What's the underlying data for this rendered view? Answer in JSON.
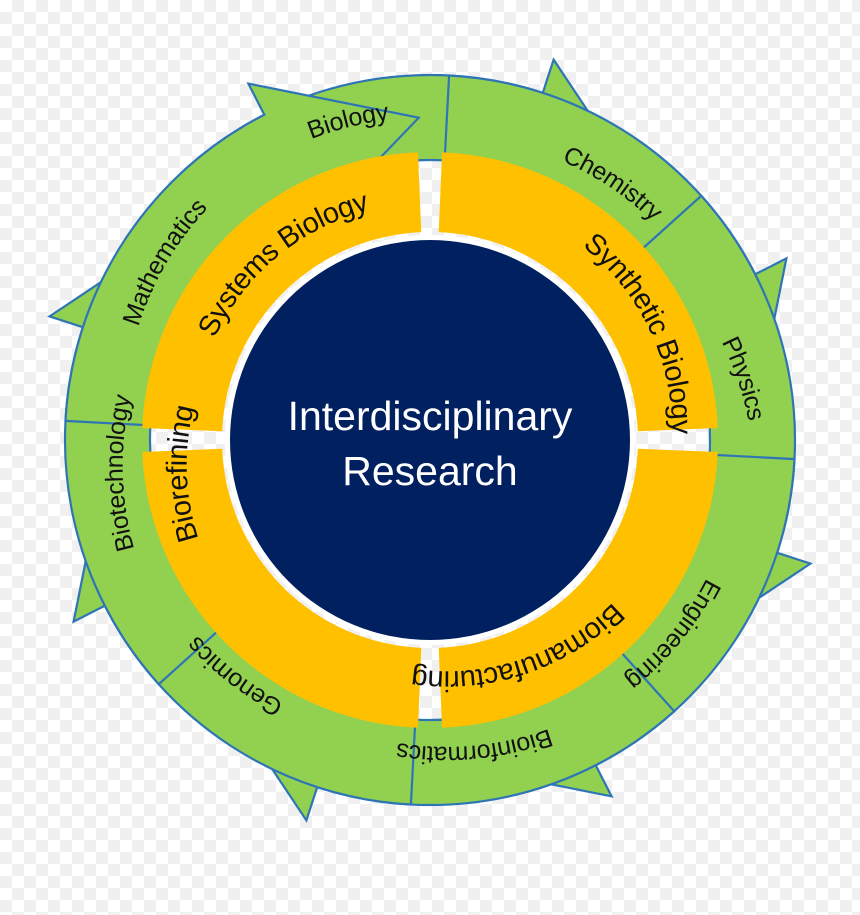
{
  "center": {
    "line1": "Interdisciplinary",
    "line2": "Research"
  },
  "inner_ring": {
    "labels": [
      "Systems Biology",
      "Synthetic Biology",
      "Biomanufacturing",
      "Biorefining"
    ]
  },
  "outer_ring": {
    "labels": [
      "Biology",
      "Chemistry",
      "Physics",
      "Engineering",
      "Bioinformatics",
      "Genomics",
      "Biotechnology",
      "Mathematics"
    ]
  },
  "colors": {
    "outer_green": "#92d050",
    "outer_stroke": "#2e75b6",
    "inner_gold": "#ffc000",
    "center_navy": "#002060",
    "gap_white": "#ffffff"
  }
}
